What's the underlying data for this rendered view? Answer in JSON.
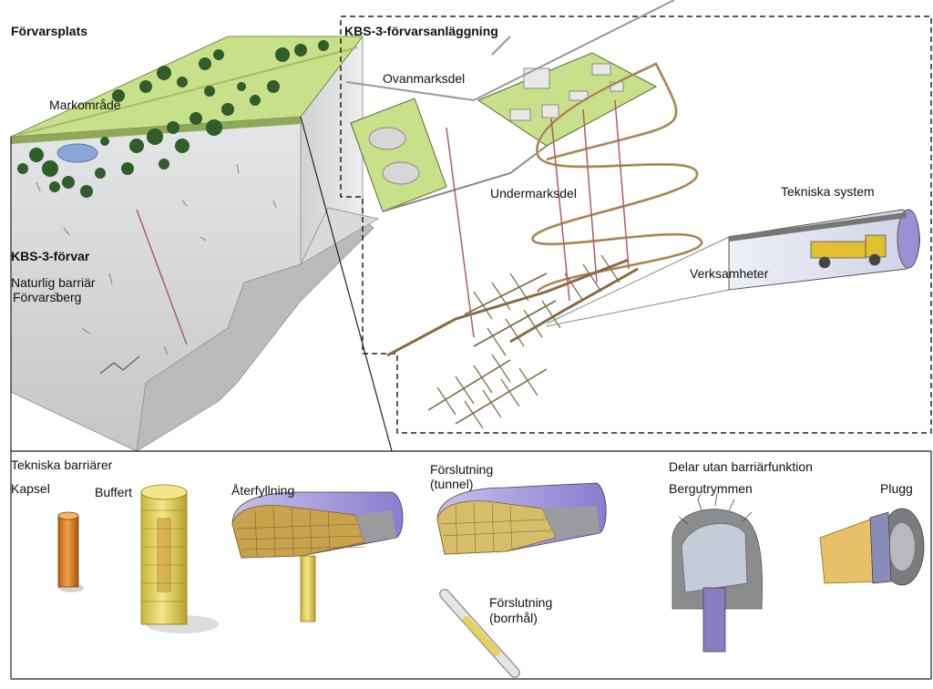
{
  "labels": {
    "site": "Förvarsplats",
    "ground_area": "Markområde",
    "kbs3_repository": "KBS-3-förvar",
    "natural_barrier": "Naturlig barriär",
    "host_rock": "Förvarsberg",
    "facility": "KBS-3-förvarsanläggning",
    "above_ground": "Ovanmarksdel",
    "underground": "Undermarksdel",
    "technical_systems": "Tekniska system",
    "operations": "Verksamheter",
    "engineered_barriers": "Tekniska barriärer",
    "canister": "Kapsel",
    "buffer": "Buffert",
    "backfill": "Återfyllning",
    "closure_tunnel_1": "Förslutning",
    "closure_tunnel_2": "(tunnel)",
    "closure_borehole_1": "Förslutning",
    "closure_borehole_2": "(borrhål)",
    "non_barrier_parts": "Delar utan barriärfunktion",
    "rock_caverns": "Bergutrymmen",
    "plug": "Plugg"
  },
  "colors": {
    "ground_green": "#c9e08a",
    "forest": "#2f5e2a",
    "rock_gray": "#d4d6d8",
    "tunnel_tan": "#c9a878",
    "shaft_red": "#b05a6a",
    "canister_orange": "#e08a2a",
    "buffer_yellow": "#e8d35a",
    "tunnel_purple": "#9b8fd6",
    "backfill_brown": "#c9a24e",
    "dashed_border": "#222222"
  }
}
